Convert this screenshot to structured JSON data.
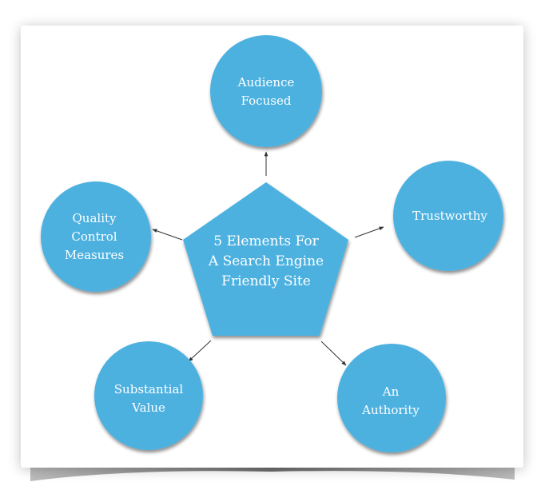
{
  "diagram": {
    "title": "5 Elements For A Search Engine Friendly Site",
    "center": {
      "lines": [
        "5 Elements For",
        "A Search Engine",
        "Friendly Site"
      ]
    },
    "nodes": [
      {
        "id": "audience",
        "lines": [
          "Audience",
          "Focused"
        ]
      },
      {
        "id": "trustworthy",
        "lines": [
          "Trustworthy"
        ]
      },
      {
        "id": "authority",
        "lines": [
          "An",
          "Authority"
        ]
      },
      {
        "id": "substantial",
        "lines": [
          "Substantial",
          "Value"
        ]
      },
      {
        "id": "quality",
        "lines": [
          "Quality",
          "Control",
          "Measures"
        ]
      }
    ],
    "edges": [
      {
        "from": "center",
        "to": "audience"
      },
      {
        "from": "center",
        "to": "trustworthy"
      },
      {
        "from": "center",
        "to": "authority"
      },
      {
        "from": "center",
        "to": "substantial"
      },
      {
        "from": "center",
        "to": "quality"
      }
    ]
  },
  "colors": {
    "shape_fill": "#4db1e0",
    "text": "#ffffff",
    "arrow": "#333333",
    "paper": "#ffffff"
  }
}
